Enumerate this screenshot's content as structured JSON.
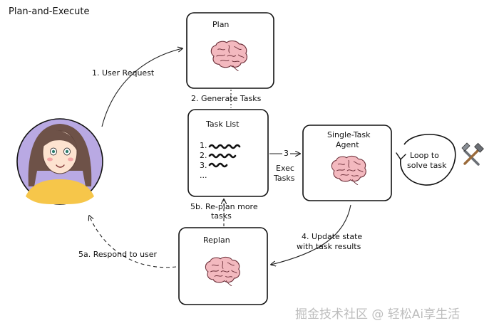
{
  "title": "Plan-and-Execute",
  "nodes": {
    "plan": {
      "label": "Plan"
    },
    "task_list": {
      "label": "Task List",
      "items": [
        "1.",
        "2.",
        "3.",
        "..."
      ]
    },
    "agent": {
      "label_line1": "Single-Task",
      "label_line2": "Agent"
    },
    "replan": {
      "label": "Replan"
    },
    "loop": {
      "label_line1": "Loop to",
      "label_line2": "solve task"
    }
  },
  "edges": {
    "user_request": "1. User Request",
    "generate_tasks": "2. Generate Tasks",
    "exec_number": "3",
    "exec_line1": "Exec",
    "exec_line2": "Tasks",
    "update_line1": "4. Update state",
    "update_line2": "with task results",
    "replan_more_line1": "5b. Re-plan more",
    "replan_more_line2": "tasks",
    "respond": "5a. Respond to user"
  },
  "watermark": "掘金技术社区 @ 轻松Ai享生活",
  "icons": {
    "user": "user-avatar-icon",
    "brain": "brain-icon",
    "tools": "hammer-wrench-icon"
  },
  "colors": {
    "avatar_bg": "#b9a9e3",
    "brain_pink": "#f3b9bf",
    "shirt": "#f6c64a"
  }
}
